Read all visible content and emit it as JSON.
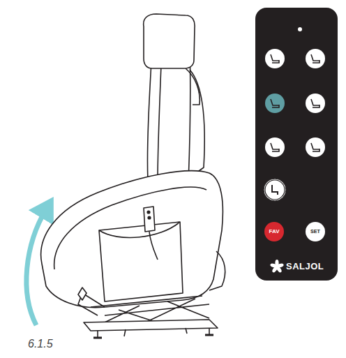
{
  "diagram": {
    "caption": "6.1.5",
    "nodes": [
      {
        "text": [
          "SALJOL"
        ]
      },
      {
        "text": [
          "FAV"
        ],
        "in": 0
      },
      {
        "text": [
          "SET"
        ],
        "in": 0
      }
    ]
  }
}
